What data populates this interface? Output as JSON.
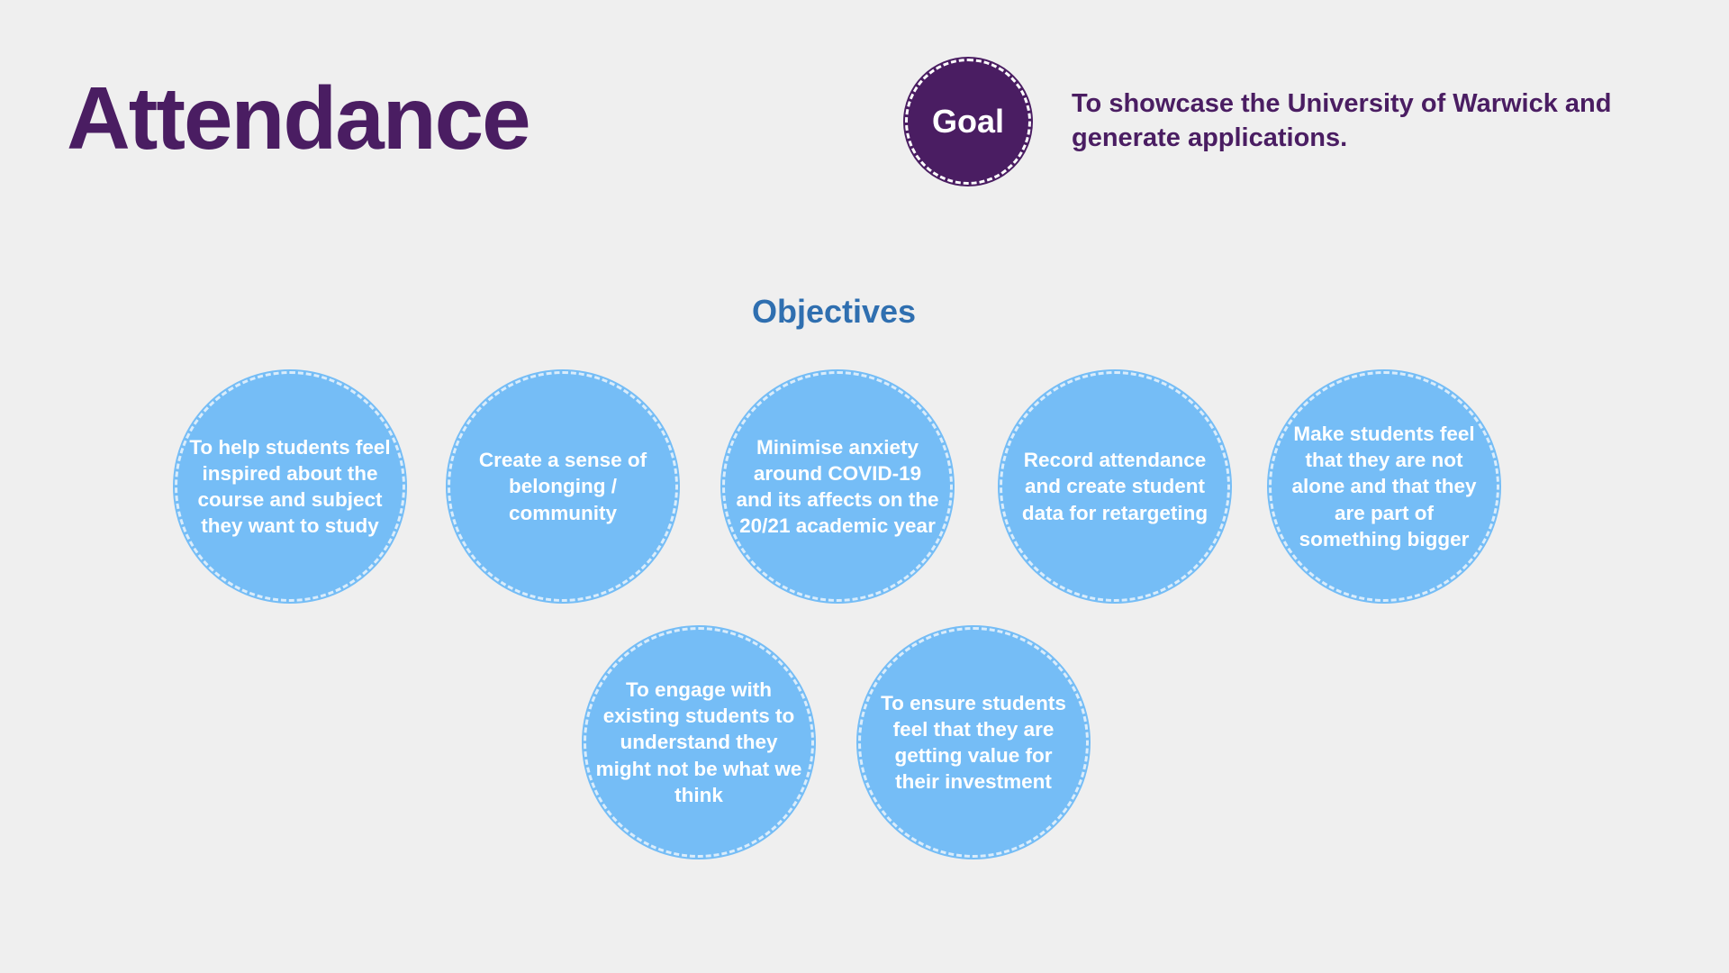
{
  "slide": {
    "title": "Attendance",
    "goal": {
      "badge_label": "Goal",
      "text": "To showcase the University of Warwick and generate applications."
    },
    "objectives": {
      "heading": "Objectives",
      "items": [
        "To help students feel inspired about the course and subject they want to study",
        "Create a sense of belonging / community",
        "Minimise anxiety around COVID-19 and its affects on the 20/21 academic year",
        "Record attendance and create student data for retargeting",
        "Make students feel that they are not alone and that they are part of something bigger",
        "To engage with existing students to understand they might not be what we think",
        "To ensure students feel that they are getting value for their investment"
      ]
    }
  },
  "colors": {
    "background": "#efefef",
    "title_purple": "#4a1d62",
    "objectives_blue": "#2f6fb0",
    "circle_blue": "#75bdf6",
    "circle_text": "#ffffff"
  }
}
